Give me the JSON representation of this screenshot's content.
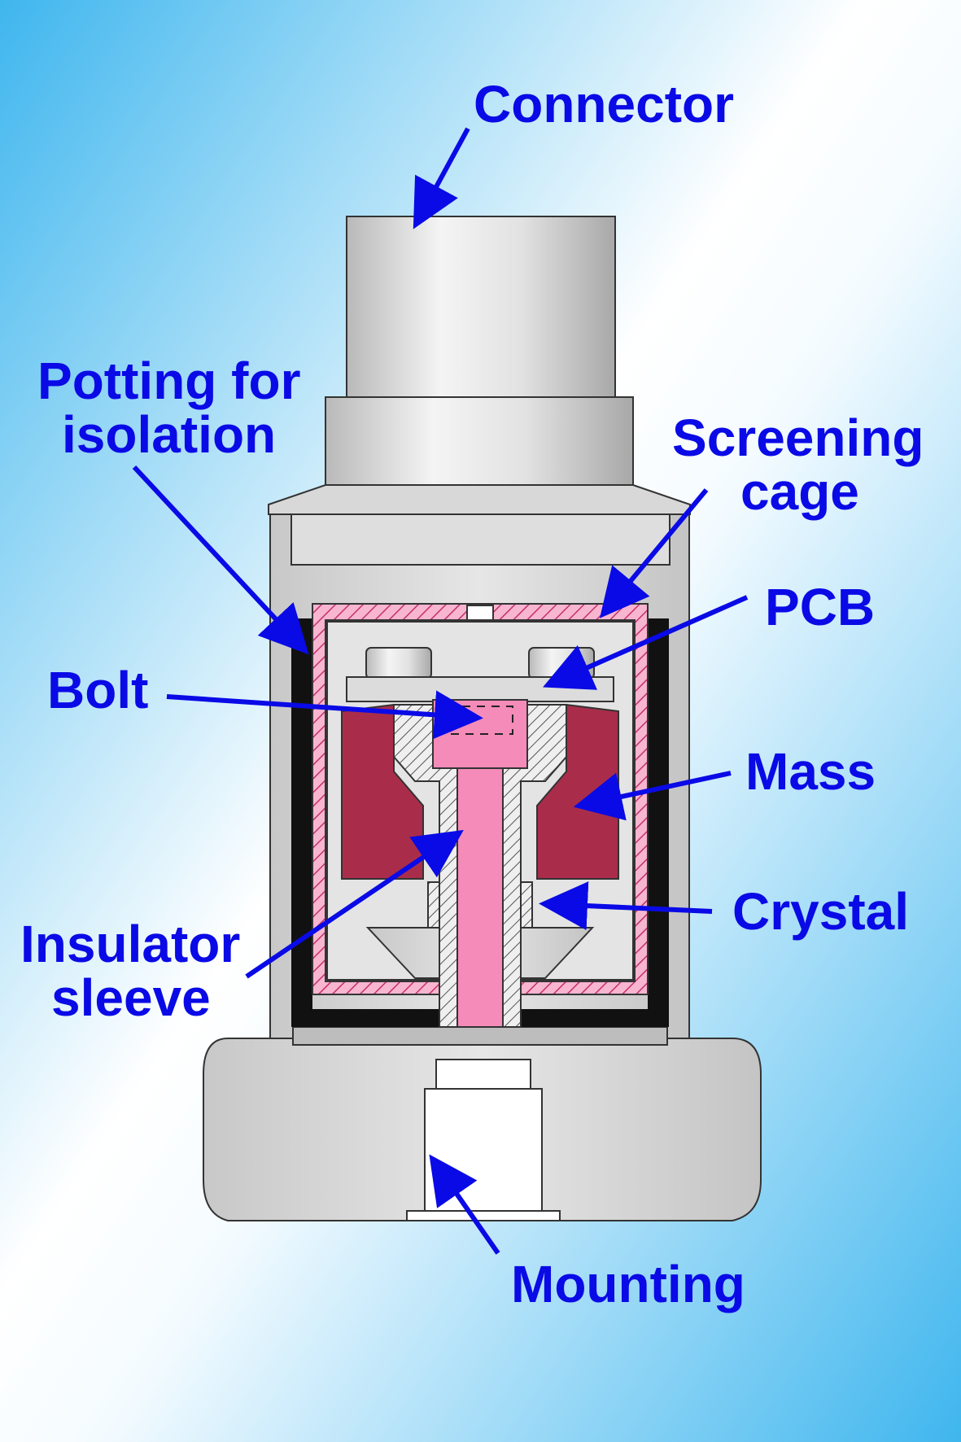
{
  "labels": {
    "connector": "Connector",
    "potting_line1": "Potting for",
    "potting_line2": "isolation",
    "screening_line1": "Screening",
    "screening_line2": "cage",
    "pcb": "PCB",
    "bolt": "Bolt",
    "mass": "Mass",
    "crystal": "Crystal",
    "insulator_line1": "Insulator",
    "insulator_line2": "sleeve",
    "mounting": "Mounting"
  },
  "colors": {
    "label_blue": "#0a0ae6",
    "arrow_blue": "#0a0ae6",
    "background_dark": "#3fb6ee",
    "background_light": "#ffffff",
    "mass_red": "#a92d4a",
    "bolt_pink": "#f48bb9",
    "metal_grey": "#d4d4d4",
    "potting_black": "#111111"
  }
}
